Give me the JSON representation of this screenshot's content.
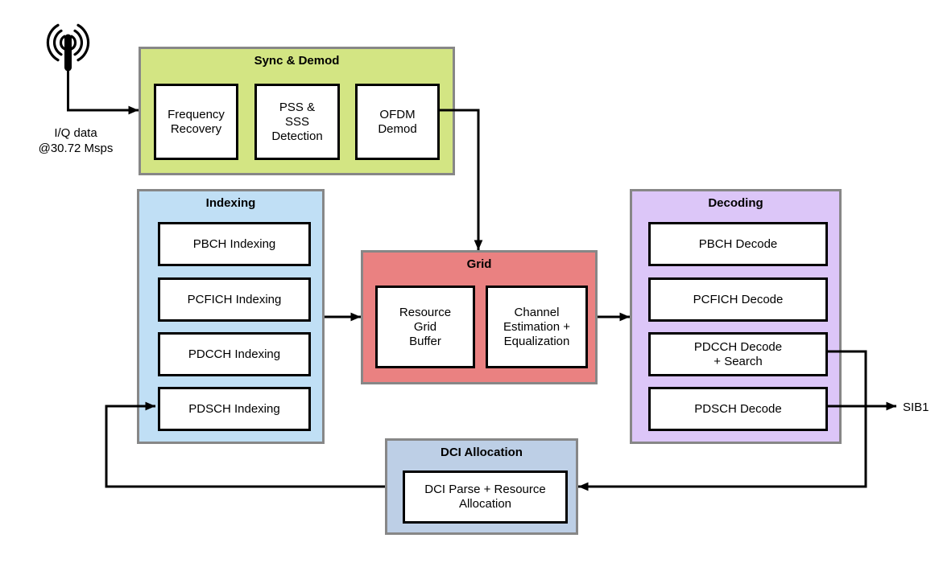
{
  "source": {
    "line1": "I/Q data",
    "line2": "@30.72 Msps"
  },
  "output_label": "SIB1",
  "wire_color": "#000000",
  "groups": {
    "sync": {
      "title": "Sync & Demod",
      "color": "#d3e583",
      "blocks": [
        "Frequency\nRecovery",
        "PSS &\nSSS\nDetection",
        "OFDM\nDemod"
      ]
    },
    "indexing": {
      "title": "Indexing",
      "color": "#c0dff5",
      "blocks": [
        "PBCH Indexing",
        "PCFICH Indexing",
        "PDCCH Indexing",
        "PDSCH Indexing"
      ]
    },
    "grid": {
      "title": "Grid",
      "color": "#ea8181",
      "blocks": [
        "Resource\nGrid\nBuffer",
        "Channel\nEstimation +\nEqualization"
      ]
    },
    "decoding": {
      "title": "Decoding",
      "color": "#dcc6f8",
      "blocks": [
        "PBCH Decode",
        "PCFICH Decode",
        "PDCCH Decode\n+ Search",
        "PDSCH Decode"
      ]
    },
    "dci": {
      "title": "DCI Allocation",
      "color": "#bdcfe6",
      "blocks": [
        "DCI Parse + Resource\nAllocation"
      ]
    }
  }
}
